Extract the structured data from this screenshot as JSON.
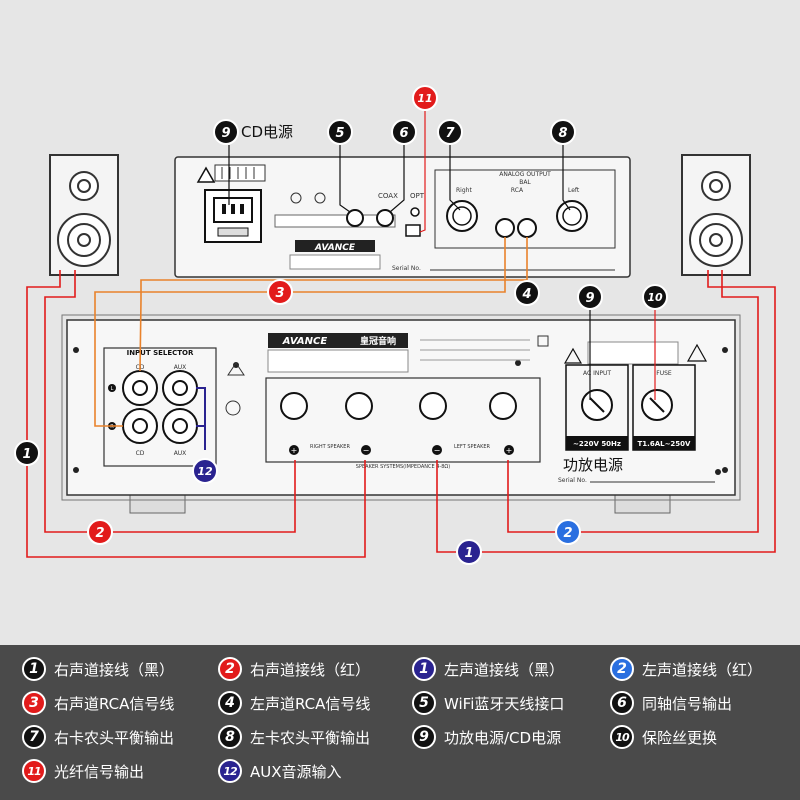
{
  "colors": {
    "black": "#111111",
    "red": "#e21b1b",
    "darkblue": "#2a2390",
    "blue": "#2a6fe0",
    "orange": "#e9822b"
  },
  "callouts": {
    "cd_power_label": "CD电源",
    "amp_power_label": "功放电源",
    "n1": "1",
    "n2": "2",
    "n3": "3",
    "n4": "4",
    "n5": "5",
    "n6": "6",
    "n7": "7",
    "n8": "8",
    "n9": "9",
    "n10": "10",
    "n11": "11",
    "n12": "12"
  },
  "cd_panel": {
    "brand": "AVANCE",
    "coax": "COAX",
    "opt": "OPT",
    "analog_output": "ANALOG OUTPUT",
    "bal": "BAL",
    "rca": "RCA",
    "right": "Right",
    "left": "Left",
    "serial": "Serial No."
  },
  "amp_panel": {
    "brand": "AVANCE",
    "brand_cn": "皇冠音响",
    "input_selector": "INPUT SELECTOR",
    "cd": "CD",
    "aux": "AUX",
    "l": "L",
    "r": "R",
    "right_speaker": "RIGHT SPEAKER",
    "left_speaker": "LEFT SPEAKER",
    "speaker_systems": "SPEAKER SYSTEMS(IMPEDANCE 4-8Ω)",
    "ac_input": "AC INPUT",
    "voltage": "~220V 50Hz",
    "fuse": "FUSE",
    "fuse_rating": "T1.6AL~250V",
    "serial": "Serial No."
  },
  "legend": [
    {
      "num": "1",
      "color": "black",
      "text": "右声道接线（黑）"
    },
    {
      "num": "2",
      "color": "red",
      "text": "右声道接线（红）"
    },
    {
      "num": "1",
      "color": "darkblue",
      "text": "左声道接线（黑）"
    },
    {
      "num": "2",
      "color": "blue",
      "text": "左声道接线（红）"
    },
    {
      "num": "3",
      "color": "red",
      "text": "右声道RCA信号线"
    },
    {
      "num": "4",
      "color": "black",
      "text": "左声道RCA信号线"
    },
    {
      "num": "5",
      "color": "black",
      "text": "WiFi蓝牙天线接口"
    },
    {
      "num": "6",
      "color": "black",
      "text": "同轴信号输出"
    },
    {
      "num": "7",
      "color": "black",
      "text": "右卡农头平衡输出"
    },
    {
      "num": "8",
      "color": "black",
      "text": "左卡农头平衡输出"
    },
    {
      "num": "9",
      "color": "black",
      "text": "功放电源/CD电源"
    },
    {
      "num": "10",
      "color": "black",
      "text": "保险丝更换"
    },
    {
      "num": "11",
      "color": "red",
      "text": "光纤信号输出"
    },
    {
      "num": "12",
      "color": "darkblue",
      "text": "AUX音源输入"
    }
  ]
}
